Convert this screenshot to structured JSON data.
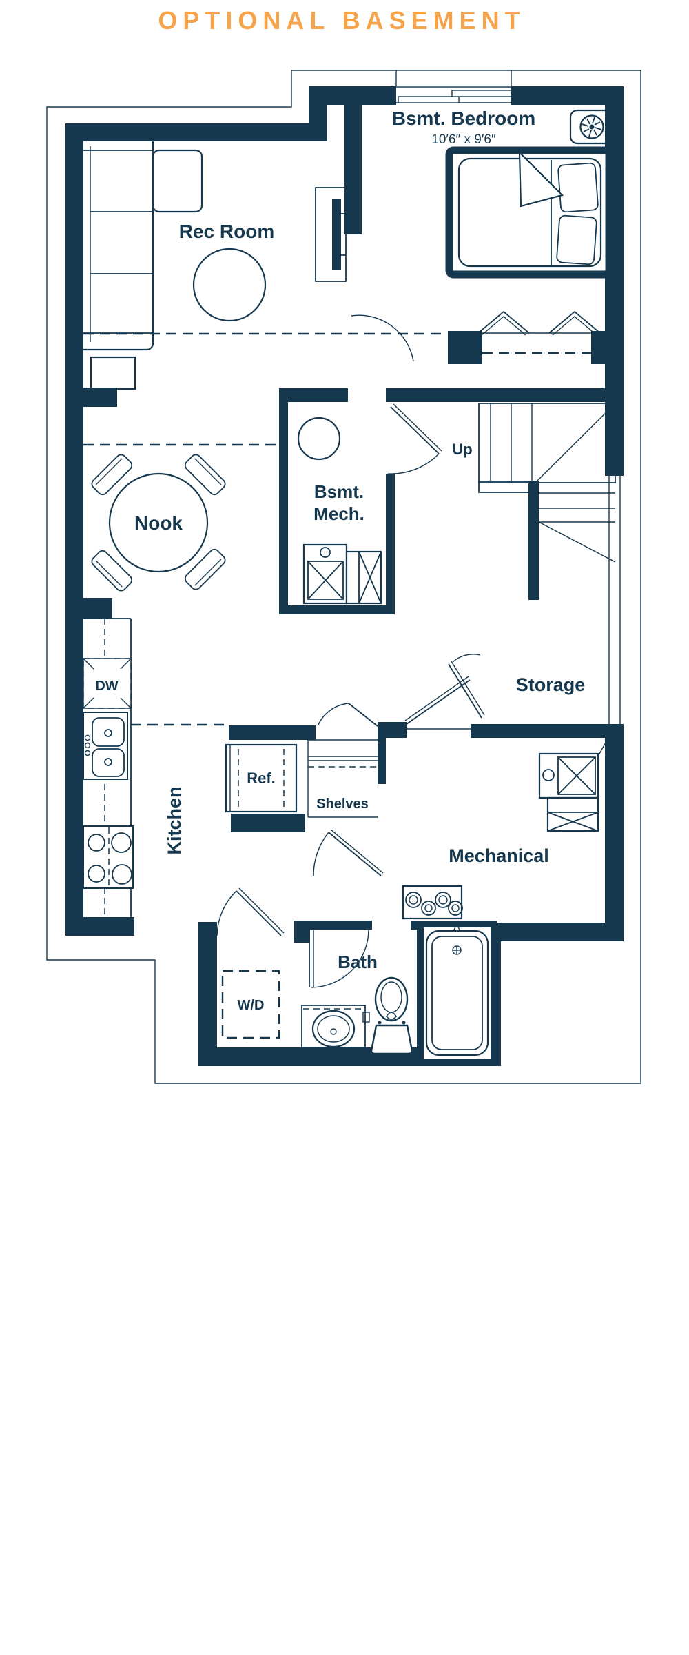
{
  "title": "OPTIONAL BASEMENT",
  "colors": {
    "accent": "#F5A44C",
    "navy": "#16384E",
    "background": "#FFFFFF"
  },
  "rooms": {
    "bedroom": {
      "label": "Bsmt. Bedroom",
      "dimensions": "10′6″ x 9′6″"
    },
    "rec_room": {
      "label": "Rec Room"
    },
    "stairs": {
      "label": "Up"
    },
    "mech_closet": {
      "label_line1": "Bsmt.",
      "label_line2": "Mech."
    },
    "nook": {
      "label": "Nook"
    },
    "storage": {
      "label": "Storage"
    },
    "kitchen": {
      "label": "Kitchen",
      "dishwasher_label": "DW",
      "fridge_label": "Ref.",
      "shelves_label": "Shelves"
    },
    "mechanical": {
      "label": "Mechanical"
    },
    "bath": {
      "label": "Bath"
    },
    "laundry": {
      "label": "W/D"
    }
  }
}
